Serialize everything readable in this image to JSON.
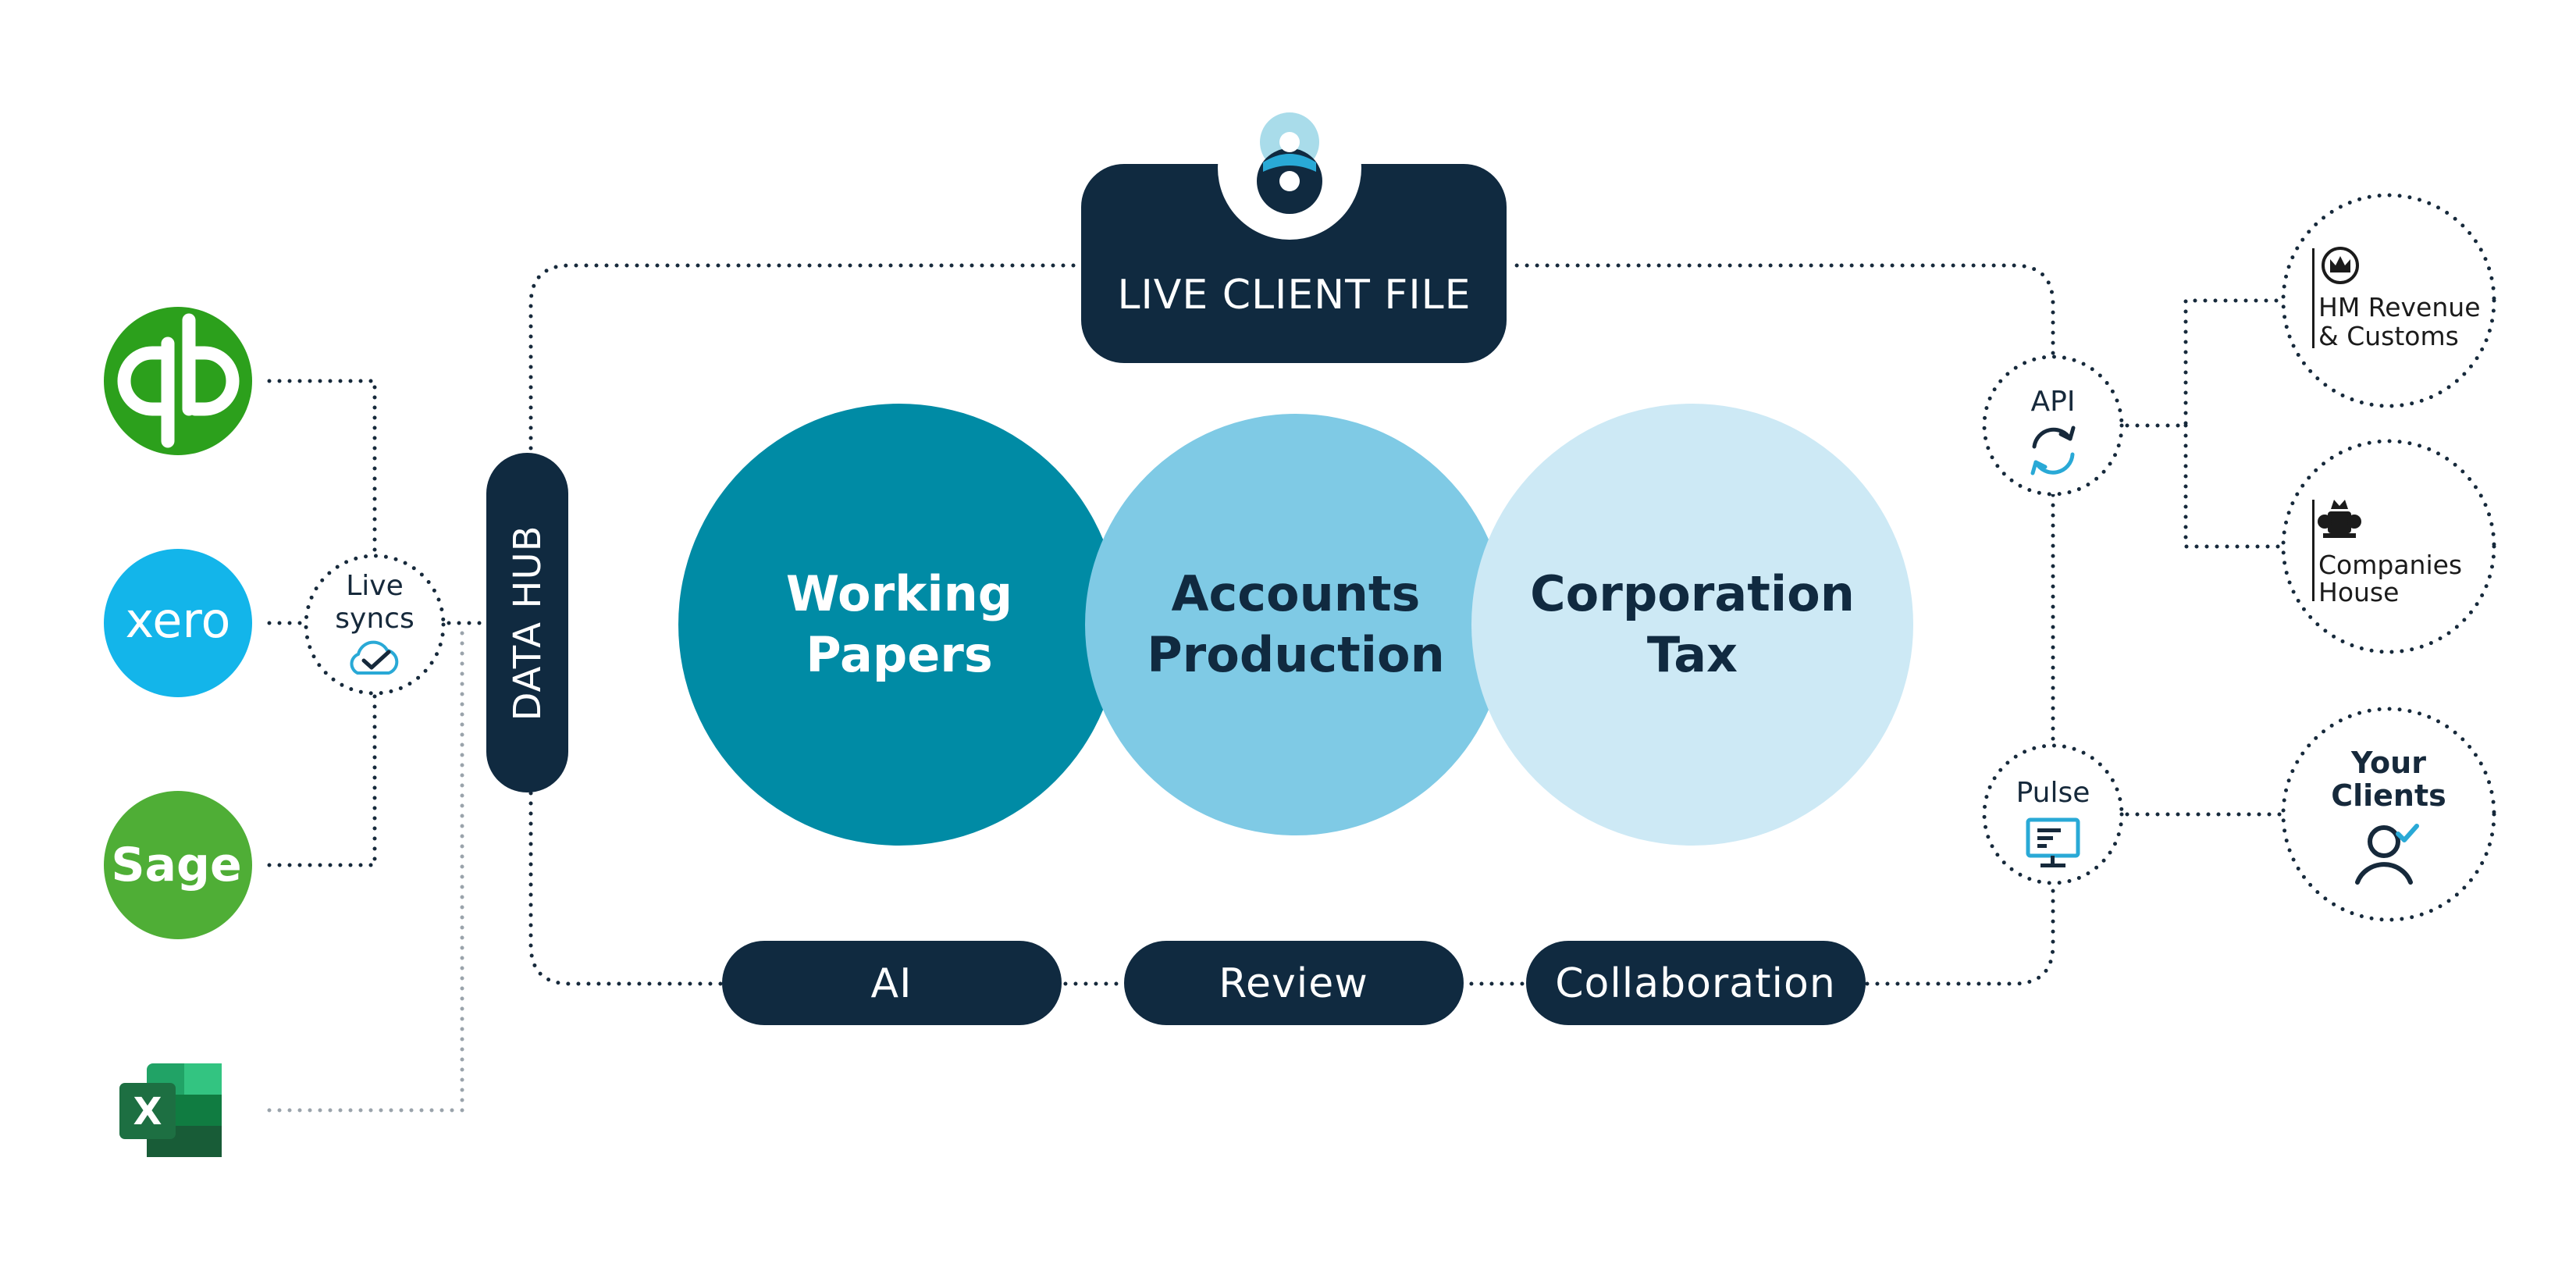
{
  "center": {
    "title": "LIVE CLIENT FILE",
    "circles": [
      {
        "line1": "Working",
        "line2": "Papers",
        "color": "#008ba5",
        "text_color": "#ffffff"
      },
      {
        "line1": "Accounts",
        "line2": "Production",
        "color": "#7fcae5",
        "text_color": "#102a40"
      },
      {
        "line1": "Corporation",
        "line2": "Tax",
        "color": "#cde9f5",
        "text_color": "#102a40"
      }
    ]
  },
  "data_hub": {
    "label": "DATA HUB"
  },
  "features": [
    {
      "label": "AI"
    },
    {
      "label": "Review"
    },
    {
      "label": "Collaboration"
    }
  ],
  "sources": [
    {
      "name": "QuickBooks",
      "logo_text": "qb",
      "color": "#2ca01c"
    },
    {
      "name": "Xero",
      "logo_text": "xero",
      "color": "#13b5ea"
    },
    {
      "name": "Sage",
      "logo_text": "Sage",
      "color": "#4fae36"
    },
    {
      "name": "Excel",
      "logo_text": "X",
      "color": "#1d6f42"
    }
  ],
  "live_syncs": {
    "line1": "Live",
    "line2": "syncs",
    "icon": "cloud-check-icon"
  },
  "api": {
    "label": "API",
    "icon": "sync-arrows-icon"
  },
  "pulse": {
    "label": "Pulse",
    "icon": "presentation-chart-icon"
  },
  "destinations": {
    "hmrc": {
      "line1": "HM Revenue",
      "line2": "& Customs",
      "icon": "crown-crest-icon"
    },
    "companies_house": {
      "line1": "Companies",
      "line2": "House",
      "icon": "royal-arms-icon"
    },
    "your_clients": {
      "line1": "Your",
      "line2": "Clients",
      "icon": "user-check-icon"
    }
  },
  "colors": {
    "navy": "#102a40",
    "accent_teal": "#008ba5",
    "accent_light": "#7fcae5",
    "sync_blue": "#29a9d6"
  }
}
